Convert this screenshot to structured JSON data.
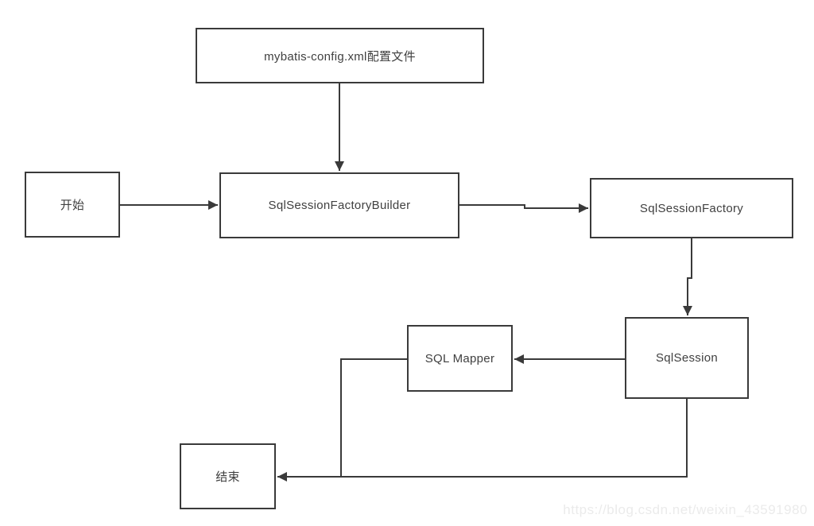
{
  "diagram": {
    "title": "MyBatis workflow flowchart",
    "nodes": {
      "config": {
        "label": "mybatis-config.xml配置文件"
      },
      "start": {
        "label": "开始"
      },
      "builder": {
        "label": "SqlSessionFactoryBuilder"
      },
      "factory": {
        "label": "SqlSessionFactory"
      },
      "session": {
        "label": "SqlSession"
      },
      "mapper": {
        "label": "SQL Mapper"
      },
      "end": {
        "label": "结束"
      }
    },
    "edges": [
      {
        "from": "config",
        "to": "builder",
        "arrow": true
      },
      {
        "from": "start",
        "to": "builder",
        "arrow": true
      },
      {
        "from": "builder",
        "to": "factory",
        "arrow": true
      },
      {
        "from": "factory",
        "to": "session",
        "arrow": true
      },
      {
        "from": "session",
        "to": "mapper",
        "arrow": true
      },
      {
        "from": "mapper",
        "to": "end",
        "arrow": true
      },
      {
        "from": "session",
        "to": "end",
        "arrow": true
      }
    ],
    "colors": {
      "line": "#3a3a3a",
      "text": "#404040",
      "box_background": "#ffffff",
      "watermark": "#ebebeb",
      "background": "#ffffff"
    },
    "watermark": {
      "text": "https://blog.csdn.net/weixin_43591980"
    }
  }
}
